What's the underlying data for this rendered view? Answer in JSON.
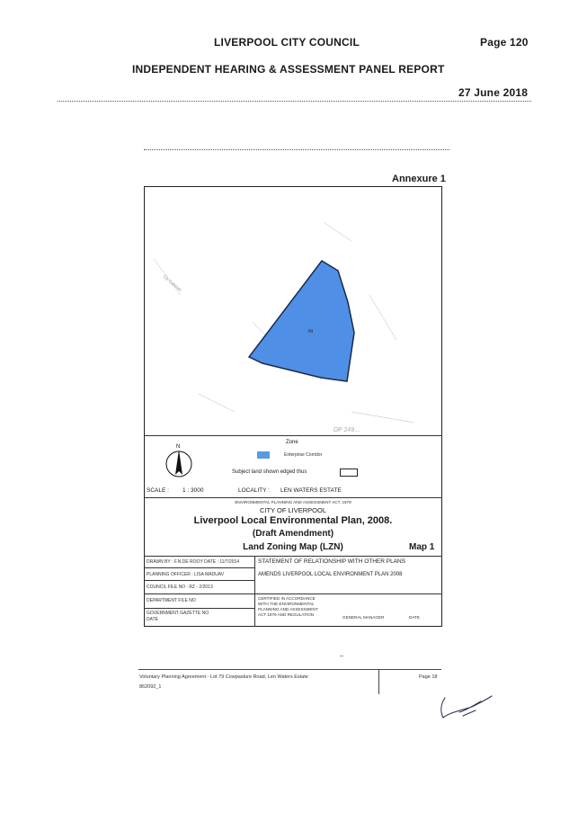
{
  "header": {
    "council": "LIVERPOOL CITY COUNCIL",
    "page": "Page 120",
    "report": "INDEPENDENT HEARING & ASSESSMENT PANEL REPORT",
    "date": "27 June 2018"
  },
  "annexure": "Annexure 1",
  "map": {
    "road_label": "Cb Cabinet",
    "zone_code": "IN",
    "corner_label": "DP 249...",
    "parcel_color": "#4f8fe6",
    "parcel_border": "#1a2a4a"
  },
  "legend": {
    "north": "N",
    "zone_title": "Zone",
    "zone_item": "Enterprise Corridor",
    "zone_color": "#5a9ae0",
    "subject_land": "Subject land shown edged thus",
    "scale_label": "SCALE :",
    "scale_value": "1 : 3000",
    "locality_label": "LOCALITY :",
    "locality_value": "LEN WATERS ESTATE"
  },
  "title_block": {
    "act": "ENVIRONMENTAL PLANNING AND ASSESSMENT ACT, 1979",
    "city": "CITY OF LIVERPOOL",
    "plan": "Liverpool Local Environmental Plan, 2008.",
    "draft": "(Draft Amendment)",
    "map_name": "Land Zoning Map (LZN)",
    "map_no": "Map 1",
    "drawn_by": "DRAWN BY : F.N.DE ROOY   DATE : 11/7/2014",
    "planning_officer": "PLANNING OFFICER : LISA MADUAV",
    "council_file": "COUNCIL FILE No : RZ - 2/2013",
    "department_file": "DEPARTMENT FILE No",
    "gazette": "GOVERNMENT GAZETTE No",
    "gazette_date": "DATE",
    "statement": "STATEMENT OF RELATIONSHIP WITH OTHER PLANS",
    "amends": "AMENDS LIVERPOOL LOCAL ENVIRONMENT PLAN 2008",
    "certified_1": "CERTIFIED IN ACCORDANCE",
    "certified_2": "WITH THE ENVIRONMENTAL",
    "certified_3": "PLANNING AND ASSESSMENT",
    "certified_4": "ACT 1979 AND REGULATION",
    "general_manager": "GENERAL MANAGER",
    "cert_date": "DATE"
  },
  "footer": {
    "agreement": "Voluntary Planning Agreement - Lot 79 Cowpasture Road, Len Waters Estate",
    "ref": "862092_1",
    "page": "Page 18"
  }
}
